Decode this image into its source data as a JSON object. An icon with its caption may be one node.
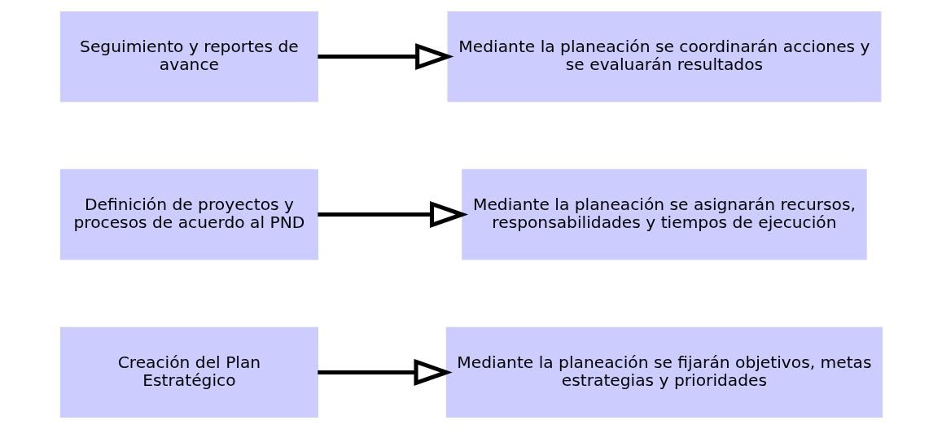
{
  "diagram": {
    "nodes": [
      {
        "text": [
          "Creación del Plan Estratégico"
        ]
      },
      {
        "text": [
          "Mediante la planeación se fijarán objetivos, metas estrategias y prioridades"
        ]
      },
      {
        "text": [
          "Definición de proyectos y procesos de acuerdo al PND"
        ]
      },
      {
        "text": [
          "Mediante la planeación se asignarán recursos, responsabilidades y tiempos de ejecución"
        ]
      },
      {
        "text": [
          "Seguimiento y reportes de avance"
        ]
      },
      {
        "text": [
          "Mediante la planeación se coordinarán acciones y se evaluarán resultados"
        ]
      }
    ],
    "edges": [
      {
        "from": 0,
        "to": 1,
        "arrow": "to"
      },
      {
        "from": 2,
        "to": 3,
        "arrow": "to"
      },
      {
        "from": 4,
        "to": 5,
        "arrow": "to"
      }
    ]
  }
}
